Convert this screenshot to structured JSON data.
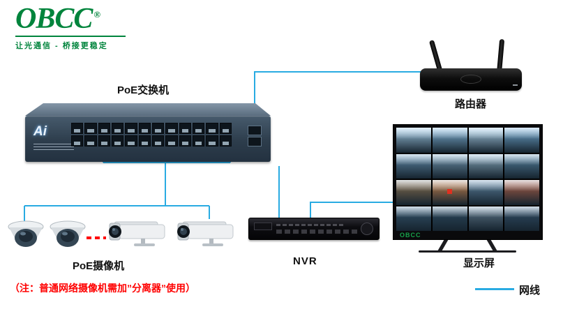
{
  "logo": {
    "brand": "OBCC",
    "reg": "®",
    "tagline": "让光通信 - 桥接更稳定"
  },
  "labels": {
    "switch": "PoE交换机",
    "router": "路由器",
    "cameras": "PoE摄像机",
    "nvr": "NVR",
    "display": "显示屏",
    "legend": "网线"
  },
  "note": "（注：普通网络摄像机需加”分离器”使用）",
  "switch": {
    "brand": "Ai",
    "port_count": 24,
    "uplink_count": 2
  },
  "display": {
    "brand": "OBCC",
    "rows": 4,
    "cols": 4,
    "cells": [
      "#9ec7e2",
      "#7fb2d6",
      "#a8cde6",
      "#6fa6cf",
      "#5d87a6",
      "#6f94ad",
      "#86a7bb",
      "#54809e",
      "#8a7050",
      "#c8834e",
      "#5b7f9b",
      "#b06047",
      "#35566e",
      "#2d4b61",
      "#5d7587",
      "#33506a"
    ]
  },
  "colors": {
    "wire": "#29abe2",
    "dashed_line": "#ff0000",
    "note_text": "#ff0000",
    "brand_green": "#00843c",
    "wall_brand_green": "#17a24b"
  }
}
